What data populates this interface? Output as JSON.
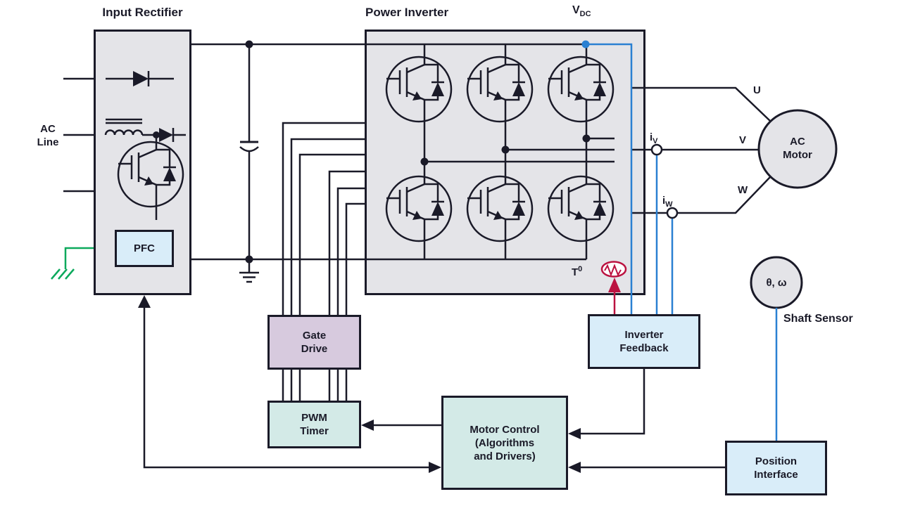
{
  "colors": {
    "ink": "#1a1a28",
    "gray_fill": "#e4e4e8",
    "blue_fill": "#d9edf9",
    "purple_fill": "#d7cade",
    "teal_fill": "#d3eae7",
    "wire_blue": "#2a80d2",
    "accent_red": "#bb1240",
    "accent_green": "#0ca95c"
  },
  "titles": {
    "input_rectifier": "Input Rectifier",
    "power_inverter": "Power Inverter"
  },
  "blocks": {
    "pfc": "PFC",
    "gate_drive": "Gate\nDrive",
    "pwm_timer": "PWM\nTimer",
    "motor_control": "Motor Control\n(Algorithms\nand Drivers)",
    "inverter_feedback": "Inverter\nFeedback",
    "position_interface": "Position\nInterface",
    "ac_motor": "AC\nMotor"
  },
  "labels": {
    "ac_line": "AC\nLine",
    "vdc_base": "V",
    "vdc_sub": "DC",
    "phase_u": "U",
    "phase_v": "V",
    "phase_w": "W",
    "iv_base": "i",
    "iv_sub": "V",
    "iw_base": "i",
    "iw_sub": "W",
    "temp_base": "T",
    "temp_sup": "0",
    "shaft_circle": "θ, ω",
    "shaft_sensor": "Shaft Sensor"
  }
}
